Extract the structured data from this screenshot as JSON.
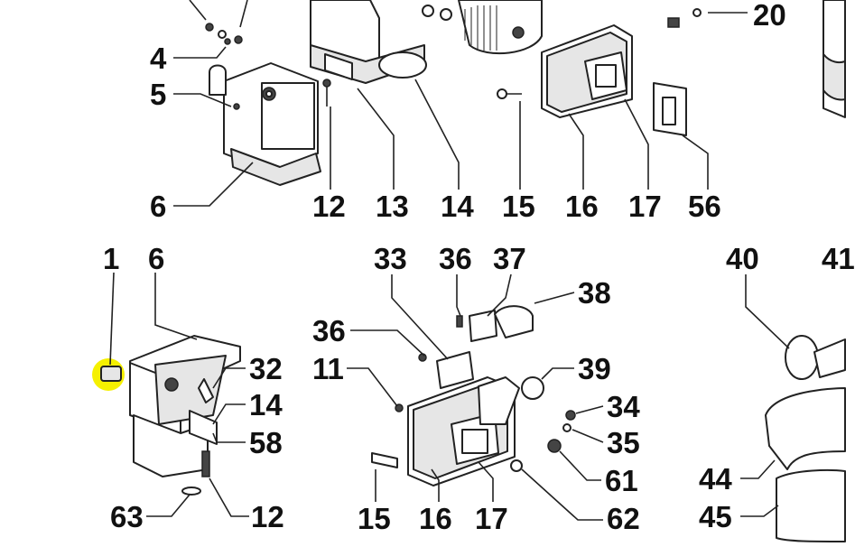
{
  "highlight_color": "#f5f000",
  "labels": {
    "n4": "4",
    "n5": "5",
    "n6a": "6",
    "n12a": "12",
    "n13": "13",
    "n14a": "14",
    "n15a": "15",
    "n16a": "16",
    "n17a": "17",
    "n56": "56",
    "n20": "20",
    "n1": "1",
    "n6b": "6",
    "n32": "32",
    "n14b": "14",
    "n58": "58",
    "n63": "63",
    "n12b": "12",
    "n33": "33",
    "n36a": "36",
    "n37": "37",
    "n38": "38",
    "n36b": "36",
    "n11": "11",
    "n39": "39",
    "n34": "34",
    "n35": "35",
    "n61": "61",
    "n15b": "15",
    "n16b": "16",
    "n17b": "17",
    "n62": "62",
    "n40": "40",
    "n41": "41",
    "n44": "44",
    "n45": "45"
  }
}
